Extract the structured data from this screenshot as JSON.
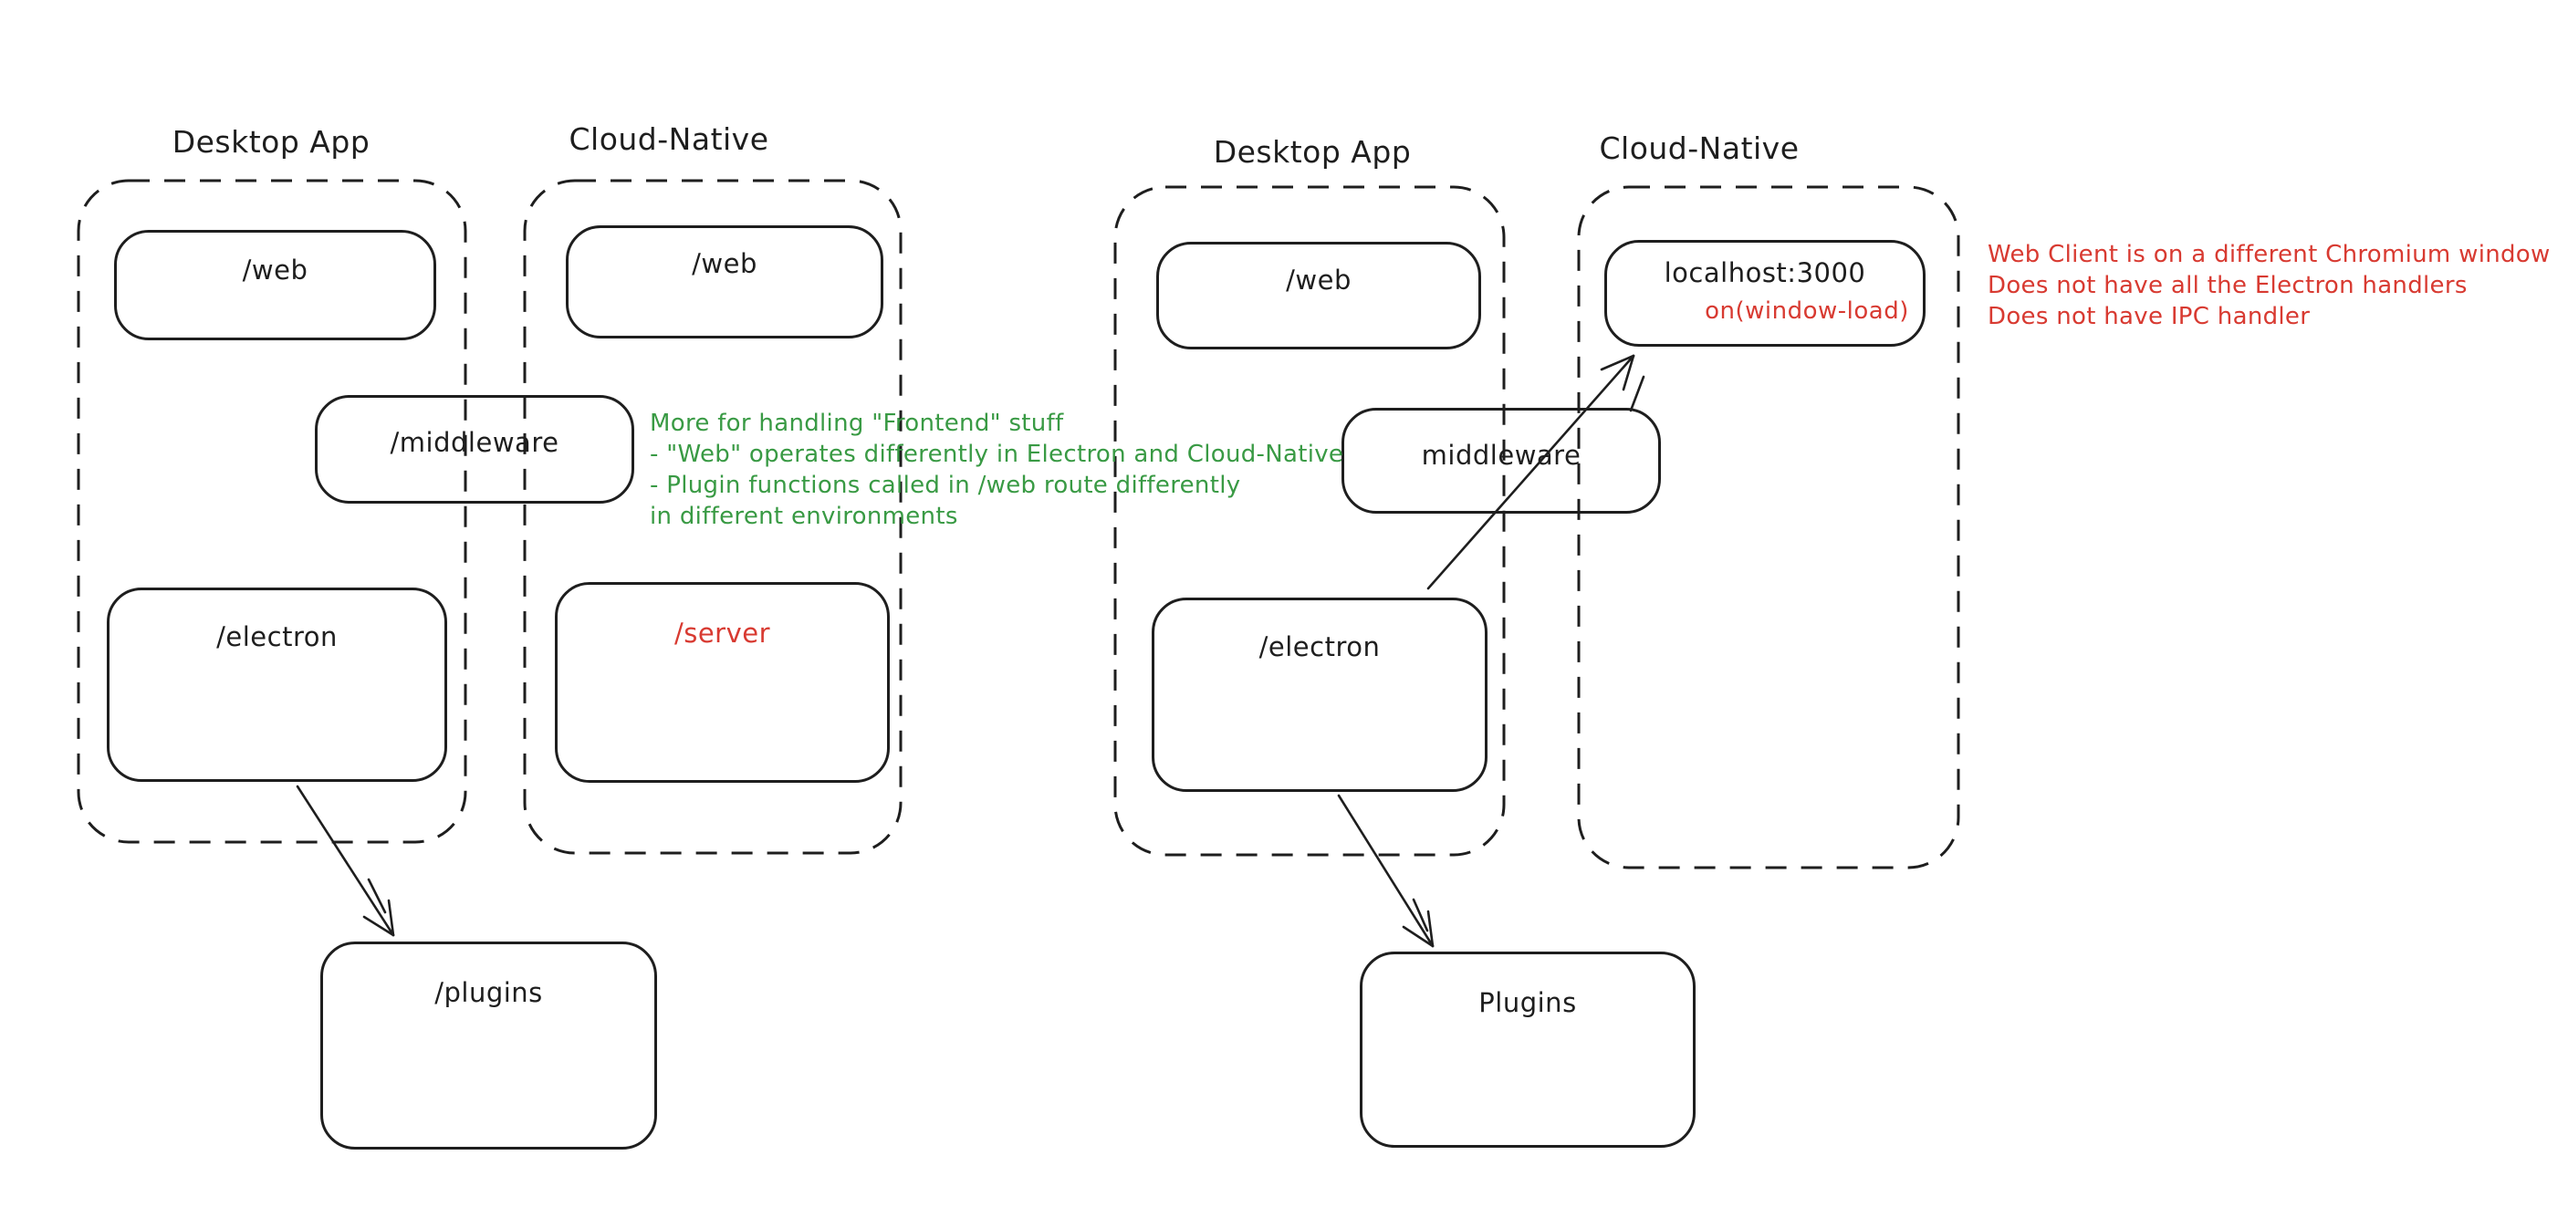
{
  "colors": {
    "stroke": "#1e1e1e",
    "green": "#399a44",
    "red": "#d83a31"
  },
  "left": {
    "desktop_app": {
      "title": "Desktop App"
    },
    "cloud_native": {
      "title": "Cloud-Native"
    },
    "web_desktop": {
      "label": "/web"
    },
    "web_cloud": {
      "label": "/web"
    },
    "middleware": {
      "label": "/middleware"
    },
    "electron": {
      "label": "/electron"
    },
    "server": {
      "label": "/server"
    },
    "plugins": {
      "label": "/plugins"
    },
    "note": {
      "lines": [
        "More for handling \"Frontend\" stuff",
        "- \"Web\" operates differently in Electron and Cloud-Native",
        "- Plugin functions called in /web route differently",
        "in different environments"
      ]
    }
  },
  "right": {
    "desktop_app": {
      "title": "Desktop App"
    },
    "cloud_native": {
      "title": "Cloud-Native"
    },
    "web_desktop": {
      "label": "/web"
    },
    "localhost": {
      "label": "localhost:3000",
      "sublabel": "on(window-load)"
    },
    "middleware": {
      "label": "middleware"
    },
    "electron": {
      "label": "/electron"
    },
    "plugins": {
      "label": "Plugins"
    },
    "note": {
      "lines": [
        "Web Client is on a different Chromium window",
        "Does not have all the Electron handlers",
        "Does not have IPC handler"
      ]
    }
  }
}
